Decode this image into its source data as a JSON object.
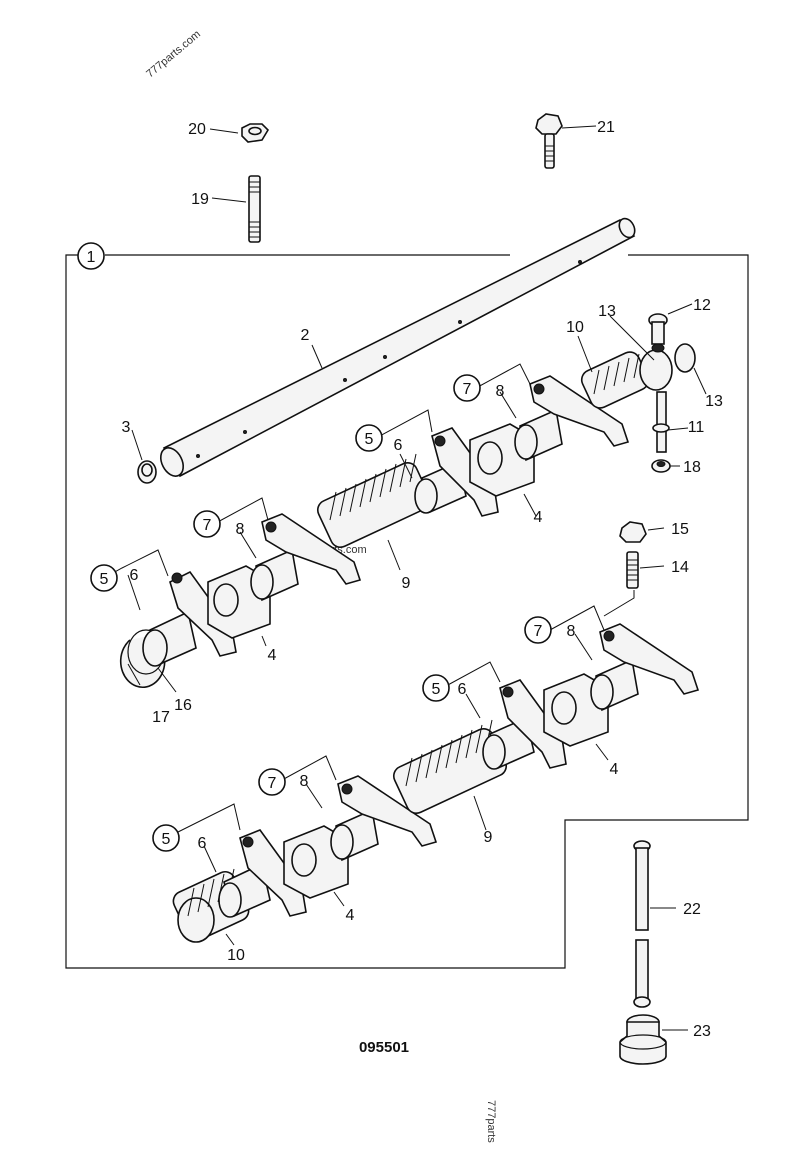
{
  "drawing_code": "095501",
  "watermarks": [
    "777parts.com",
    "777parts",
    "777parts.com"
  ],
  "callouts": {
    "c1": "1",
    "c2": "2",
    "c3": "3",
    "c4a": "4",
    "c4b": "4",
    "c4c": "4",
    "c4d": "4",
    "c5a": "5",
    "c5b": "5",
    "c5c": "5",
    "c5d": "5",
    "c6a": "6",
    "c6b": "6",
    "c6c": "6",
    "c6d": "6",
    "c7a": "7",
    "c7b": "7",
    "c7c": "7",
    "c7d": "7",
    "c8a": "8",
    "c8b": "8",
    "c8c": "8",
    "c8d": "8",
    "c9a": "9",
    "c9b": "9",
    "c10a": "10",
    "c10b": "10",
    "c11": "11",
    "c12": "12",
    "c13a": "13",
    "c13b": "13",
    "c14": "14",
    "c15": "15",
    "c16": "16",
    "c17": "17",
    "c18": "18",
    "c19": "19",
    "c20": "20",
    "c21": "21",
    "c22": "22",
    "c23": "23"
  }
}
